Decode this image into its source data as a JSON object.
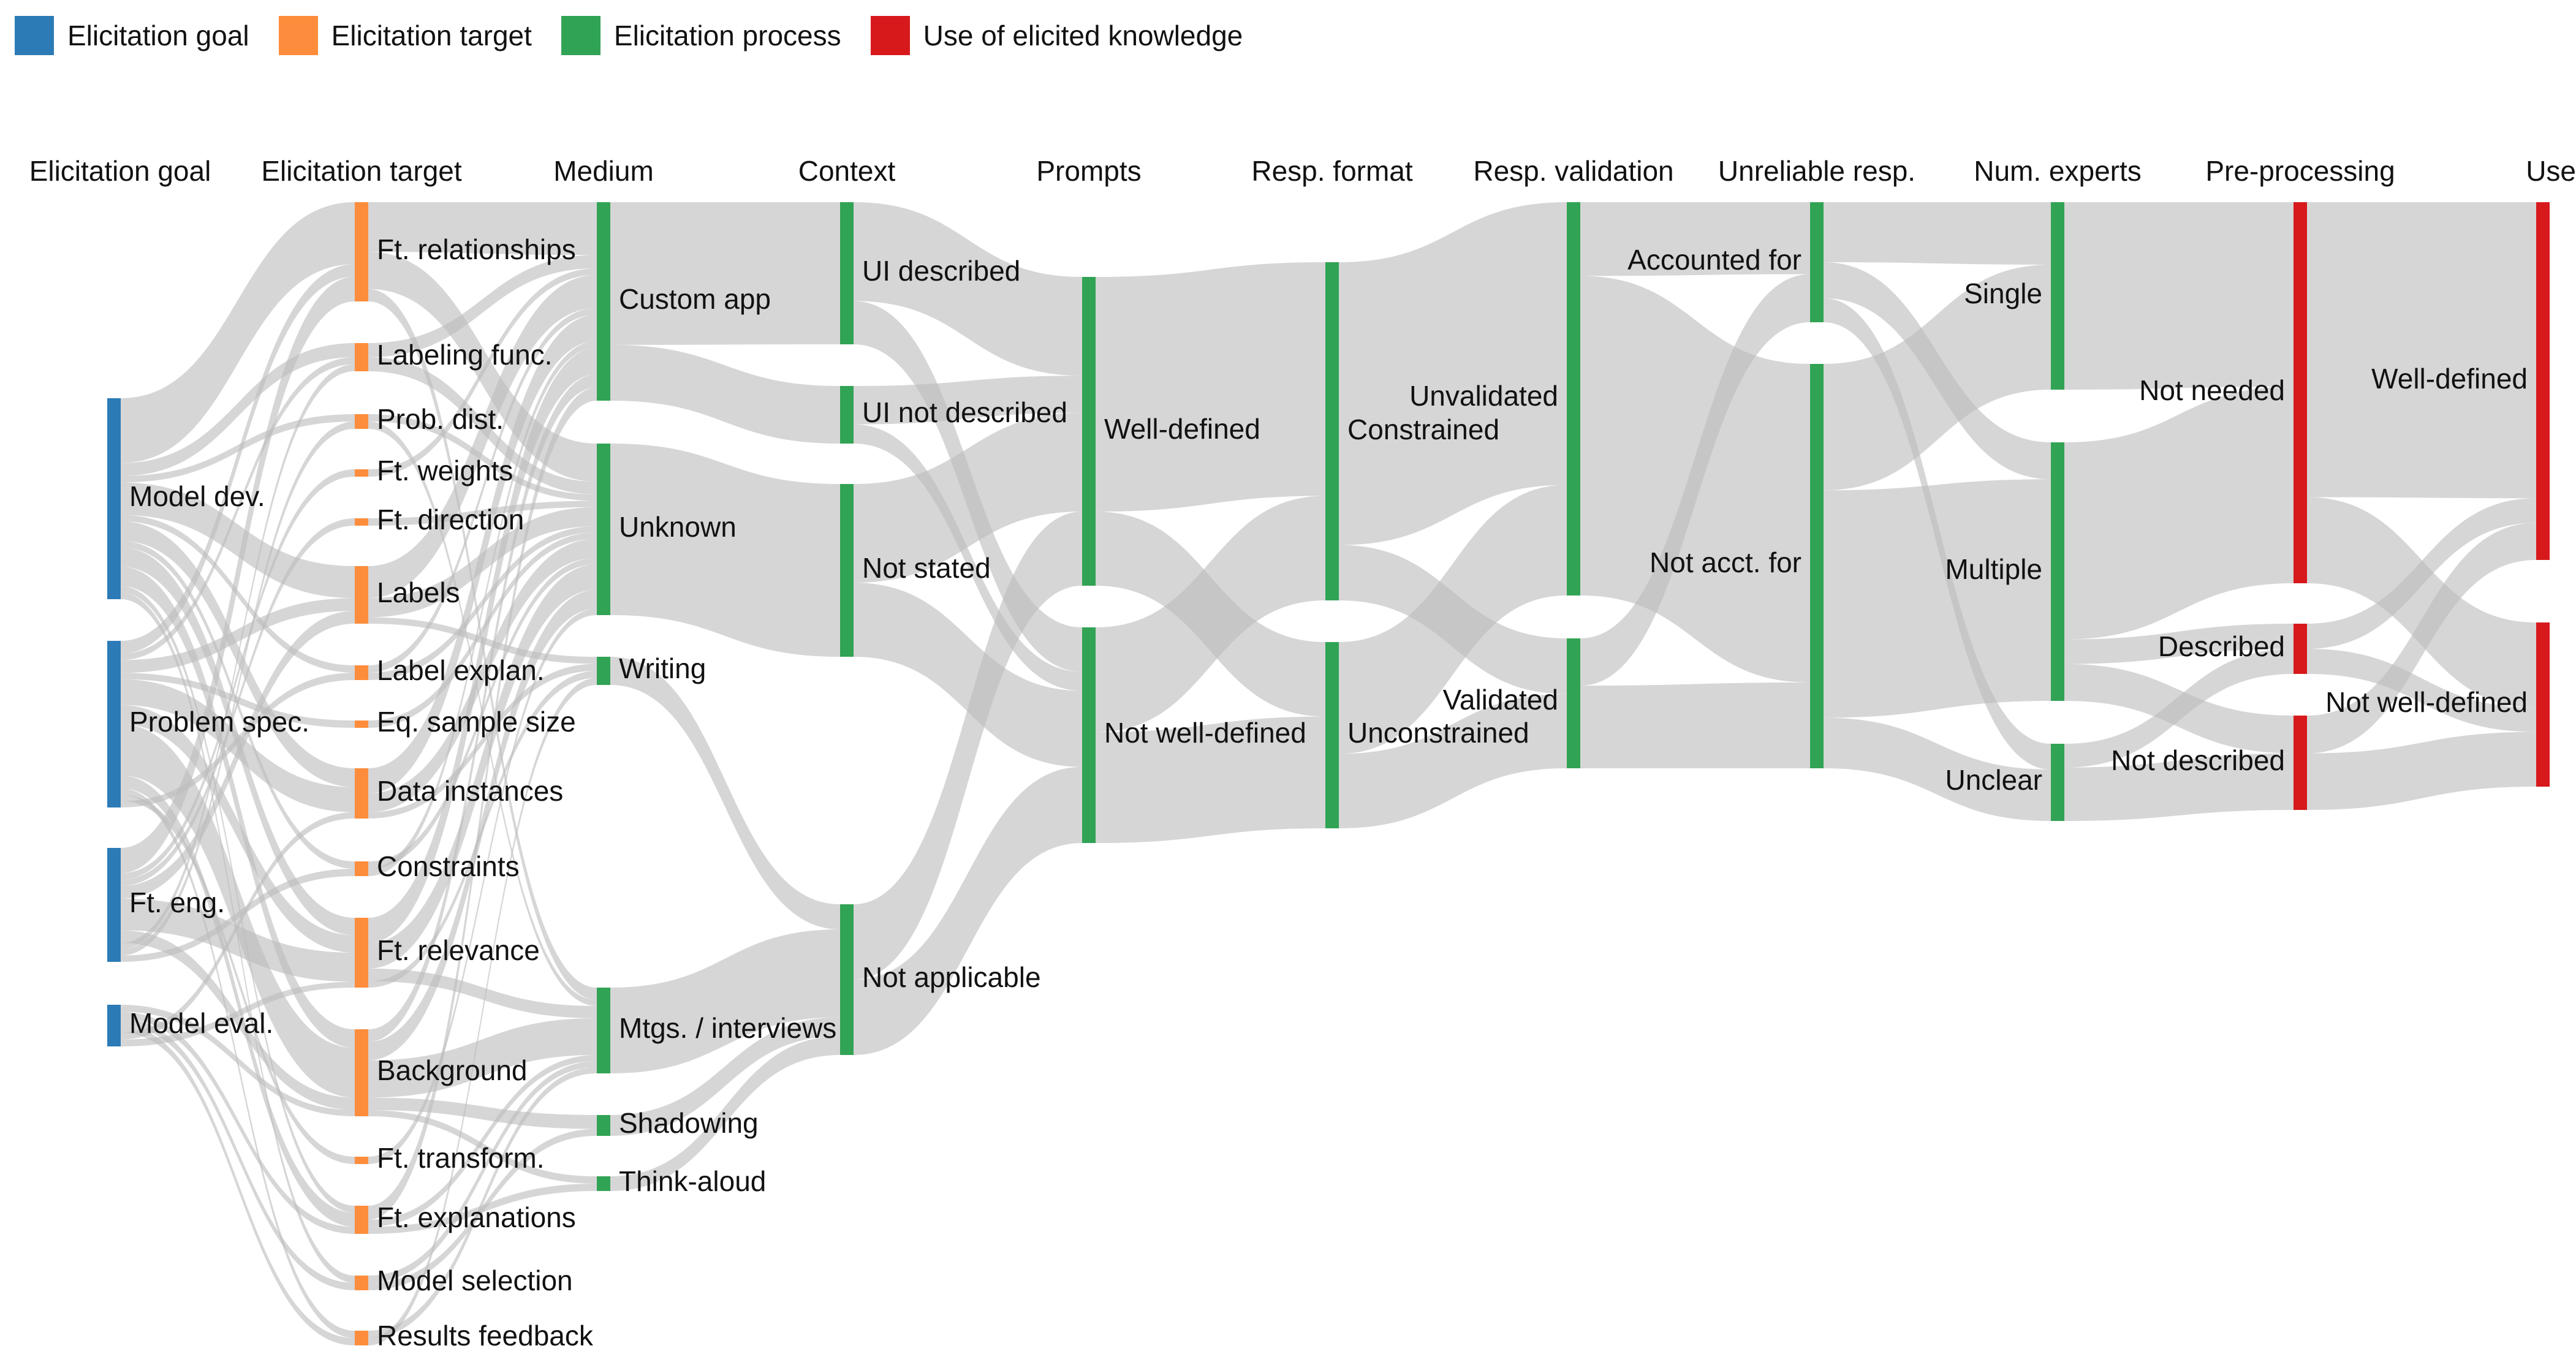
{
  "colors": {
    "goal": "#2c7bb6",
    "target": "#fd8d3c",
    "process": "#31a354",
    "use": "#d7191c",
    "link": "#bdbdbd"
  },
  "legend": [
    {
      "label": "Elicitation goal",
      "color": "#2c7bb6"
    },
    {
      "label": "Elicitation target",
      "color": "#fd8d3c"
    },
    {
      "label": "Elicitation process",
      "color": "#31a354"
    },
    {
      "label": "Use of elicited knowledge",
      "color": "#d7191c"
    }
  ],
  "columns": [
    {
      "title": "Elicitation goal",
      "category": "goal"
    },
    {
      "title": "Elicitation target",
      "category": "target"
    },
    {
      "title": "Medium",
      "category": "process"
    },
    {
      "title": "Context",
      "category": "process"
    },
    {
      "title": "Prompts",
      "category": "process"
    },
    {
      "title": "Resp. format",
      "category": "process"
    },
    {
      "title": "Resp. validation",
      "category": "process"
    },
    {
      "title": "Unreliable resp.",
      "category": "process"
    },
    {
      "title": "Num. experts",
      "category": "process"
    },
    {
      "title": "Pre-processing",
      "category": "use"
    },
    {
      "title": "Use",
      "category": "use"
    }
  ],
  "nodes": [
    {
      "id": "g_model_dev",
      "col": 0,
      "label": "Model dev.",
      "value": 16
    },
    {
      "id": "g_problem_spec",
      "col": 0,
      "label": "Problem spec.",
      "value": 13
    },
    {
      "id": "g_ft_eng",
      "col": 0,
      "label": "Ft. eng.",
      "value": 9
    },
    {
      "id": "g_model_eval",
      "col": 0,
      "label": "Model eval.",
      "value": 3
    },
    {
      "id": "t_ft_rel",
      "col": 1,
      "label": "Ft. relationships",
      "value": 8
    },
    {
      "id": "t_labeling",
      "col": 1,
      "label": "Labeling func.",
      "value": 2
    },
    {
      "id": "t_prob",
      "col": 1,
      "label": "Prob. dist.",
      "value": 1
    },
    {
      "id": "t_ft_weights",
      "col": 1,
      "label": "Ft. weights",
      "value": 0.5
    },
    {
      "id": "t_ft_dir",
      "col": 1,
      "label": "Ft. direction",
      "value": 0.5
    },
    {
      "id": "t_labels",
      "col": 1,
      "label": "Labels",
      "value": 4.5
    },
    {
      "id": "t_label_explan",
      "col": 1,
      "label": "Label explan.",
      "value": 1
    },
    {
      "id": "t_eq_sample",
      "col": 1,
      "label": "Eq. sample size",
      "value": 0.5
    },
    {
      "id": "t_data_inst",
      "col": 1,
      "label": "Data instances",
      "value": 4
    },
    {
      "id": "t_constraints",
      "col": 1,
      "label": "Constraints",
      "value": 1
    },
    {
      "id": "t_ft_relev",
      "col": 1,
      "label": "Ft. relevance",
      "value": 5.5
    },
    {
      "id": "t_background",
      "col": 1,
      "label": "Background",
      "value": 7
    },
    {
      "id": "t_ft_transform",
      "col": 1,
      "label": "Ft. transform.",
      "value": 0.5
    },
    {
      "id": "t_ft_explan",
      "col": 1,
      "label": "Ft. explanations",
      "value": 2
    },
    {
      "id": "t_model_sel",
      "col": 1,
      "label": "Model selection",
      "value": 1
    },
    {
      "id": "t_results_fb",
      "col": 1,
      "label": "Results feedback",
      "value": 1
    },
    {
      "id": "m_custom_app",
      "col": 2,
      "label": "Custom app",
      "value": 16
    },
    {
      "id": "m_unknown",
      "col": 2,
      "label": "Unknown",
      "value": 14
    },
    {
      "id": "m_writing",
      "col": 2,
      "label": "Writing",
      "value": 2
    },
    {
      "id": "m_mtgs",
      "col": 2,
      "label": "Mtgs. / interviews",
      "value": 7
    },
    {
      "id": "m_shadowing",
      "col": 2,
      "label": "Shadowing",
      "value": 1.5
    },
    {
      "id": "m_think_aloud",
      "col": 2,
      "label": "Think-aloud",
      "value": 1
    },
    {
      "id": "c_ui_desc",
      "col": 3,
      "label": "UI described",
      "value": 11.5
    },
    {
      "id": "c_ui_not_desc",
      "col": 3,
      "label": "UI not described",
      "value": 4.5
    },
    {
      "id": "c_not_stated",
      "col": 3,
      "label": "Not stated",
      "value": 14
    },
    {
      "id": "c_not_applic",
      "col": 3,
      "label": "Not applicable",
      "value": 12
    },
    {
      "id": "p_well",
      "col": 4,
      "label": "Well-defined",
      "value": 25
    },
    {
      "id": "p_not_well",
      "col": 4,
      "label": "Not well-defined",
      "value": 17
    },
    {
      "id": "f_constrained",
      "col": 5,
      "label": "Constrained",
      "value": 27.5
    },
    {
      "id": "f_unconstrained",
      "col": 5,
      "label": "Unconstrained",
      "value": 15
    },
    {
      "id": "v_unvalidated",
      "col": 6,
      "label": "Unvalidated",
      "value": 32
    },
    {
      "id": "v_validated",
      "col": 6,
      "label": "Validated",
      "value": 10.5
    },
    {
      "id": "u_accounted",
      "col": 7,
      "label": "Accounted for",
      "value": 10
    },
    {
      "id": "u_not_acct",
      "col": 7,
      "label": "Not acct. for",
      "value": 33
    },
    {
      "id": "n_single",
      "col": 8,
      "label": "Single",
      "value": 15
    },
    {
      "id": "n_multiple",
      "col": 8,
      "label": "Multiple",
      "value": 21
    },
    {
      "id": "n_unclear",
      "col": 8,
      "label": "Unclear",
      "value": 6
    },
    {
      "id": "pp_not_needed",
      "col": 9,
      "label": "Not needed",
      "value": 31
    },
    {
      "id": "pp_described",
      "col": 9,
      "label": "Described",
      "value": 4
    },
    {
      "id": "pp_not_described",
      "col": 9,
      "label": "Not described",
      "value": 7.5
    },
    {
      "id": "use_well",
      "col": 10,
      "label": "Well-defined",
      "value": 29
    },
    {
      "id": "use_not_well",
      "col": 10,
      "label": "Not well-defined",
      "value": 13.5
    }
  ],
  "links": [
    [
      "g_model_dev",
      "t_ft_rel",
      5
    ],
    [
      "g_model_dev",
      "t_labeling",
      1
    ],
    [
      "g_model_dev",
      "t_prob",
      0.5
    ],
    [
      "g_model_dev",
      "t_labels",
      2.5
    ],
    [
      "g_model_dev",
      "t_label_explan",
      0.5
    ],
    [
      "g_model_dev",
      "t_data_inst",
      1.5
    ],
    [
      "g_model_dev",
      "t_constraints",
      0.5
    ],
    [
      "g_model_dev",
      "t_ft_relev",
      1.5
    ],
    [
      "g_model_dev",
      "t_background",
      1.5
    ],
    [
      "g_model_dev",
      "t_ft_explan",
      0.5
    ],
    [
      "g_model_dev",
      "t_model_sel",
      0.5
    ],
    [
      "g_problem_spec",
      "t_ft_rel",
      1
    ],
    [
      "g_problem_spec",
      "t_labeling",
      0.5
    ],
    [
      "g_problem_spec",
      "t_labels",
      1
    ],
    [
      "g_problem_spec",
      "t_eq_sample",
      0.5
    ],
    [
      "g_problem_spec",
      "t_data_inst",
      2
    ],
    [
      "g_problem_spec",
      "t_ft_relev",
      1.5
    ],
    [
      "g_problem_spec",
      "t_background",
      4
    ],
    [
      "g_problem_spec",
      "t_ft_explan",
      1
    ],
    [
      "g_problem_spec",
      "t_results_fb",
      0.5
    ],
    [
      "g_problem_spec",
      "t_ft_transform",
      0.5
    ],
    [
      "g_problem_spec",
      "t_label_explan",
      0.5
    ],
    [
      "g_ft_eng",
      "t_ft_rel",
      2
    ],
    [
      "g_ft_eng",
      "t_ft_weights",
      0.5
    ],
    [
      "g_ft_eng",
      "t_ft_dir",
      0.5
    ],
    [
      "g_ft_eng",
      "t_labels",
      1
    ],
    [
      "g_ft_eng",
      "t_ft_relev",
      2.5
    ],
    [
      "g_ft_eng",
      "t_background",
      1
    ],
    [
      "g_ft_eng",
      "t_labeling",
      0.5
    ],
    [
      "g_ft_eng",
      "t_prob",
      0.5
    ],
    [
      "g_ft_eng",
      "t_constraints",
      0.5
    ],
    [
      "g_model_eval",
      "t_background",
      0.5
    ],
    [
      "g_model_eval",
      "t_ft_explan",
      0.5
    ],
    [
      "g_model_eval",
      "t_model_sel",
      0.5
    ],
    [
      "g_model_eval",
      "t_results_fb",
      0.5
    ],
    [
      "g_model_eval",
      "t_data_inst",
      0.5
    ],
    [
      "g_model_eval",
      "t_ft_relev",
      0.5
    ],
    [
      "t_ft_rel",
      "m_custom_app",
      4
    ],
    [
      "t_ft_rel",
      "m_unknown",
      3
    ],
    [
      "t_ft_rel",
      "m_mtgs",
      1
    ],
    [
      "t_labeling",
      "m_custom_app",
      1
    ],
    [
      "t_labeling",
      "m_unknown",
      1
    ],
    [
      "t_prob",
      "m_unknown",
      0.5
    ],
    [
      "t_prob",
      "m_mtgs",
      0.5
    ],
    [
      "t_ft_weights",
      "m_custom_app",
      0.5
    ],
    [
      "t_ft_dir",
      "m_unknown",
      0.5
    ],
    [
      "t_labels",
      "m_custom_app",
      2.5
    ],
    [
      "t_labels",
      "m_unknown",
      1.5
    ],
    [
      "t_labels",
      "m_writing",
      0.5
    ],
    [
      "t_label_explan",
      "m_custom_app",
      0.5
    ],
    [
      "t_label_explan",
      "m_unknown",
      0.5
    ],
    [
      "t_eq_sample",
      "m_unknown",
      0.5
    ],
    [
      "t_data_inst",
      "m_custom_app",
      2
    ],
    [
      "t_data_inst",
      "m_unknown",
      1.5
    ],
    [
      "t_data_inst",
      "m_writing",
      0.5
    ],
    [
      "t_constraints",
      "m_unknown",
      0.5
    ],
    [
      "t_constraints",
      "m_custom_app",
      0.5
    ],
    [
      "t_ft_relev",
      "m_custom_app",
      2
    ],
    [
      "t_ft_relev",
      "m_unknown",
      2
    ],
    [
      "t_ft_relev",
      "m_mtgs",
      1
    ],
    [
      "t_ft_relev",
      "m_writing",
      0.5
    ],
    [
      "t_background",
      "m_custom_app",
      1
    ],
    [
      "t_background",
      "m_unknown",
      1.5
    ],
    [
      "t_background",
      "m_mtgs",
      3
    ],
    [
      "t_background",
      "m_shadowing",
      1
    ],
    [
      "t_background",
      "m_think_aloud",
      0.5
    ],
    [
      "t_ft_transform",
      "m_unknown",
      0.5
    ],
    [
      "t_ft_explan",
      "m_custom_app",
      1
    ],
    [
      "t_ft_explan",
      "m_mtgs",
      0.5
    ],
    [
      "t_ft_explan",
      "m_think_aloud",
      0.5
    ],
    [
      "t_model_sel",
      "m_mtgs",
      0.5
    ],
    [
      "t_model_sel",
      "m_shadowing",
      0.5
    ],
    [
      "t_results_fb",
      "m_mtgs",
      0.5
    ],
    [
      "t_results_fb",
      "m_writing",
      0.5
    ],
    [
      "m_custom_app",
      "c_ui_desc",
      11.5
    ],
    [
      "m_custom_app",
      "c_ui_not_desc",
      4.5
    ],
    [
      "m_unknown",
      "c_not_stated",
      14
    ],
    [
      "m_writing",
      "c_not_applic",
      2
    ],
    [
      "m_mtgs",
      "c_not_applic",
      7
    ],
    [
      "m_shadowing",
      "c_not_applic",
      1.5
    ],
    [
      "m_think_aloud",
      "c_not_applic",
      1.5
    ],
    [
      "c_ui_desc",
      "p_well",
      8
    ],
    [
      "c_ui_desc",
      "p_not_well",
      3.5
    ],
    [
      "c_ui_not_desc",
      "p_well",
      3
    ],
    [
      "c_ui_not_desc",
      "p_not_well",
      1.5
    ],
    [
      "c_not_stated",
      "p_well",
      8
    ],
    [
      "c_not_stated",
      "p_not_well",
      6
    ],
    [
      "c_not_applic",
      "p_well",
      6
    ],
    [
      "c_not_applic",
      "p_not_well",
      6
    ],
    [
      "p_well",
      "f_constrained",
      19
    ],
    [
      "p_well",
      "f_unconstrained",
      6
    ],
    [
      "p_not_well",
      "f_constrained",
      8.5
    ],
    [
      "p_not_well",
      "f_unconstrained",
      9
    ],
    [
      "f_constrained",
      "v_unvalidated",
      23
    ],
    [
      "f_constrained",
      "v_validated",
      4.5
    ],
    [
      "f_unconstrained",
      "v_unvalidated",
      9
    ],
    [
      "f_unconstrained",
      "v_validated",
      6
    ],
    [
      "v_unvalidated",
      "u_accounted",
      6
    ],
    [
      "v_unvalidated",
      "u_not_acct",
      26
    ],
    [
      "v_validated",
      "u_accounted",
      4
    ],
    [
      "v_validated",
      "u_not_acct",
      7
    ],
    [
      "u_accounted",
      "n_single",
      5
    ],
    [
      "u_accounted",
      "n_multiple",
      3
    ],
    [
      "u_accounted",
      "n_unclear",
      2
    ],
    [
      "u_not_acct",
      "n_single",
      10
    ],
    [
      "u_not_acct",
      "n_multiple",
      18
    ],
    [
      "u_not_acct",
      "n_unclear",
      4
    ],
    [
      "n_single",
      "pp_not_needed",
      15
    ],
    [
      "n_multiple",
      "pp_not_needed",
      16
    ],
    [
      "n_multiple",
      "pp_described",
      2
    ],
    [
      "n_multiple",
      "pp_not_described",
      3
    ],
    [
      "n_unclear",
      "pp_described",
      2
    ],
    [
      "n_unclear",
      "pp_not_described",
      4.5
    ],
    [
      "pp_not_needed",
      "use_well",
      24
    ],
    [
      "pp_not_needed",
      "use_not_well",
      7
    ],
    [
      "pp_described",
      "use_well",
      2
    ],
    [
      "pp_described",
      "use_not_well",
      2
    ],
    [
      "pp_not_described",
      "use_well",
      3
    ],
    [
      "pp_not_described",
      "use_not_well",
      4.5
    ]
  ]
}
